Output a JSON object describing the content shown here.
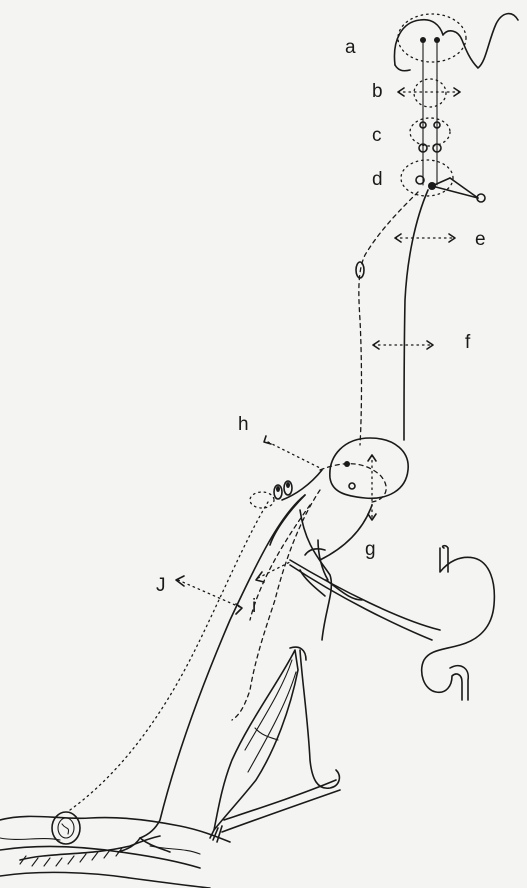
{
  "labels": {
    "a": "a",
    "b": "b",
    "c": "c",
    "d": "d",
    "e": "e",
    "f": "f",
    "g": "g",
    "h": "h",
    "i": "i",
    "j": "J"
  },
  "colors": {
    "ink": "#1a1a1a",
    "paper": "#f4f4f2"
  }
}
